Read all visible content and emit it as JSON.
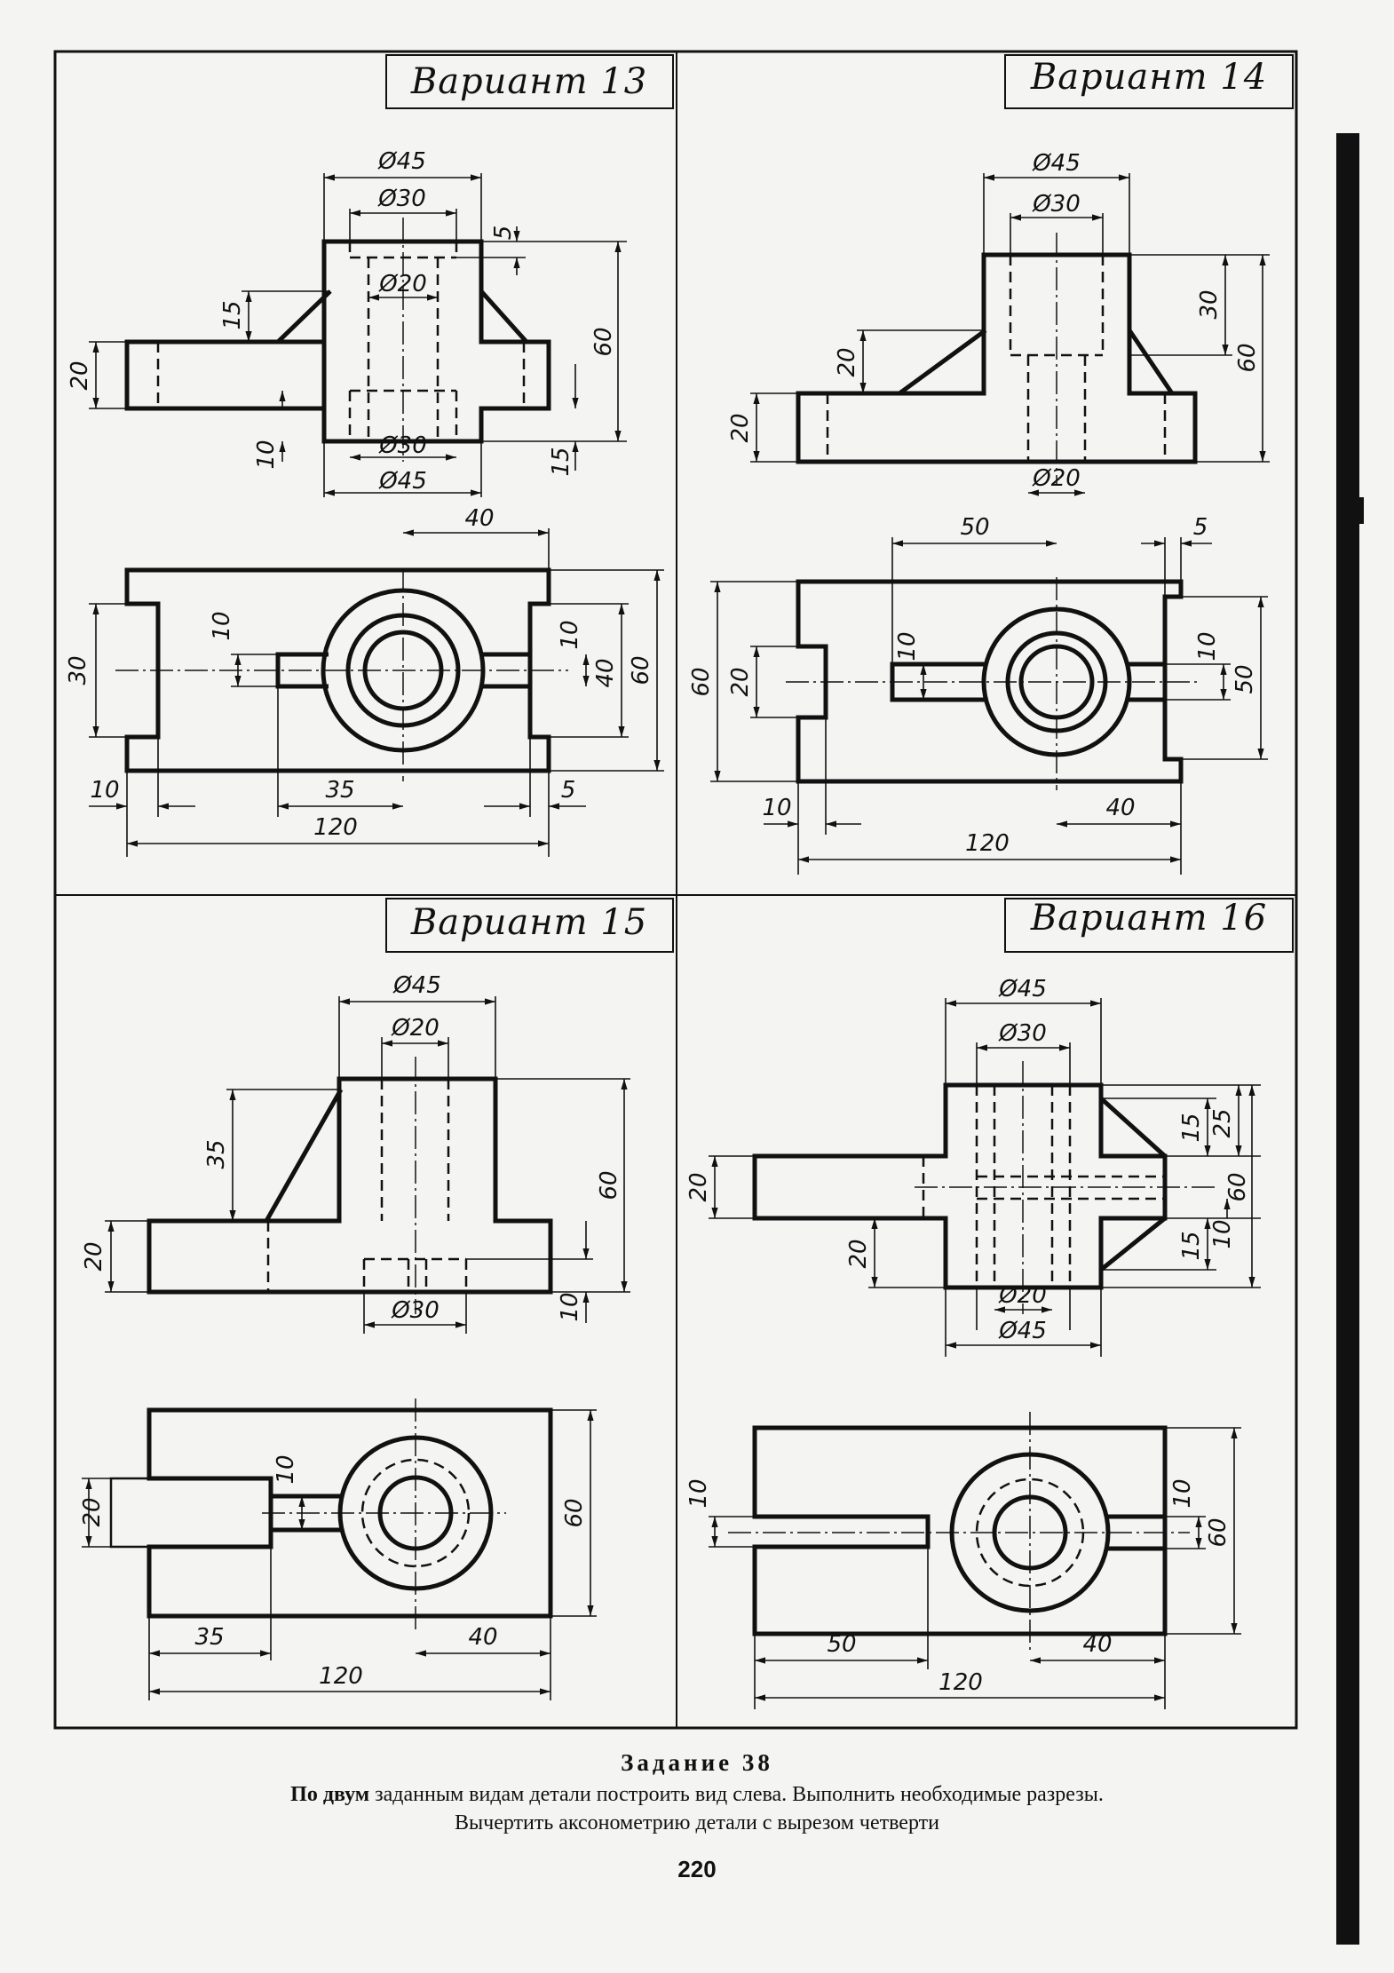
{
  "variants": [
    {
      "title": "Вариант 13",
      "front_dims": [
        "Ø45",
        "Ø30",
        "Ø20",
        "Ø30",
        "Ø45",
        "5",
        "15",
        "20",
        "60",
        "10",
        "15"
      ],
      "top_dims": [
        "40",
        "10",
        "30",
        "10",
        "40",
        "60",
        "10",
        "35",
        "5",
        "120"
      ]
    },
    {
      "title": "Вариант 14",
      "front_dims": [
        "Ø45",
        "Ø30",
        "30",
        "60",
        "20",
        "20",
        "Ø20"
      ],
      "top_dims": [
        "50",
        "5",
        "10",
        "20",
        "60",
        "10",
        "50",
        "10",
        "40",
        "120"
      ]
    },
    {
      "title": "Вариант 15",
      "front_dims": [
        "Ø45",
        "Ø20",
        "35",
        "60",
        "20",
        "Ø30",
        "10"
      ],
      "top_dims": [
        "10",
        "20",
        "60",
        "35",
        "40",
        "120"
      ]
    },
    {
      "title": "Вариант 16",
      "front_dims": [
        "Ø45",
        "Ø30",
        "15",
        "25",
        "20",
        "60",
        "20",
        "15",
        "10",
        "Ø20",
        "Ø45"
      ],
      "top_dims": [
        "10",
        "10",
        "60",
        "50",
        "40",
        "120"
      ]
    }
  ],
  "caption": {
    "title": "Задание 38",
    "line1_bold": "По двум",
    "line1_rest": " заданным видам детали построить вид слева. Выполнить необходимые разрезы.",
    "line2": "Вычертить аксонометрию детали с вырезом четверти"
  },
  "page_number": "220"
}
